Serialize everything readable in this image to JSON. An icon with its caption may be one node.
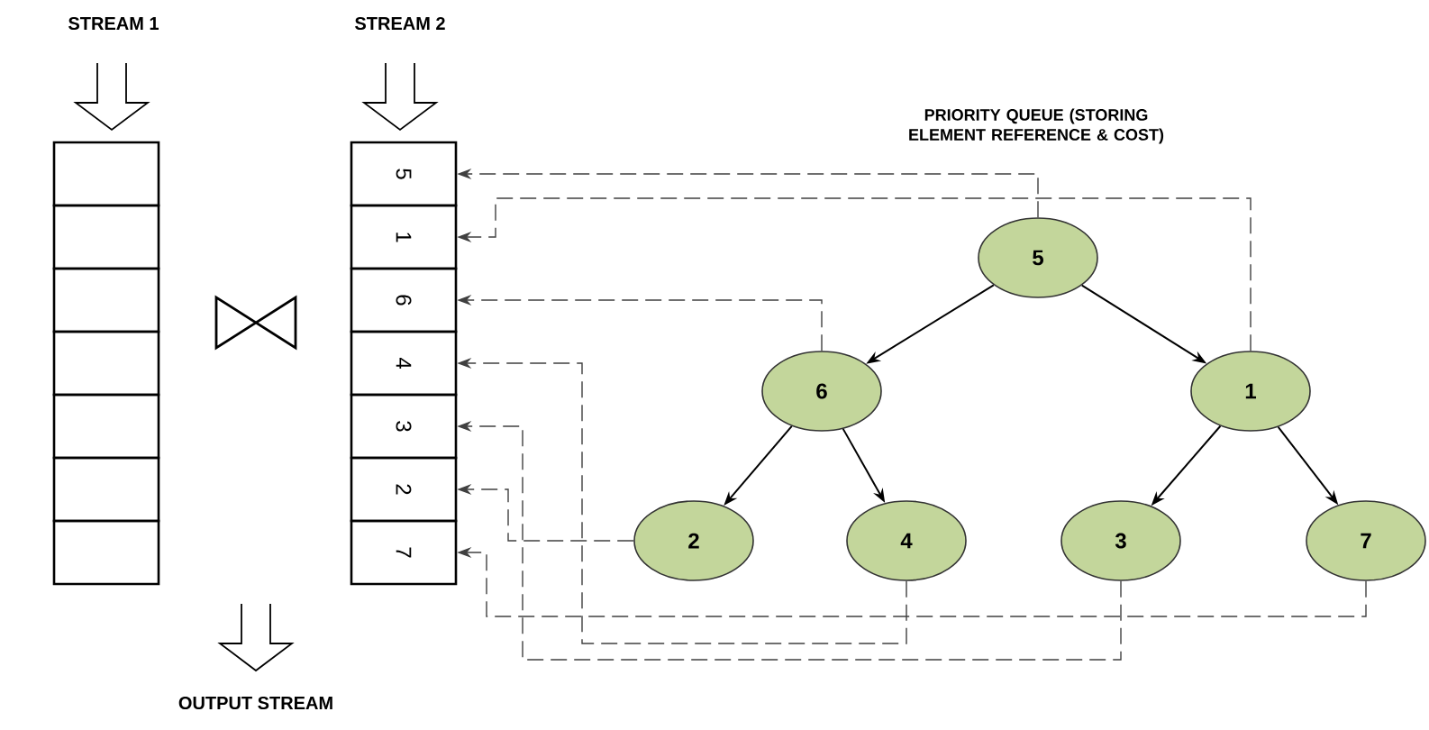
{
  "diagram": {
    "nodes": [
      {
        "text": [],
        "shape": "box"
      },
      {
        "text": [],
        "shape": "box"
      },
      {
        "text": [],
        "shape": "box"
      },
      {
        "text": [],
        "shape": "box"
      },
      {
        "text": [],
        "shape": "box"
      },
      {
        "text": [],
        "shape": "box"
      },
      {
        "text": [],
        "shape": "box"
      },
      {
        "text": [
          "5"
        ]
      },
      {
        "text": [
          "1"
        ]
      },
      {
        "text": [
          "6"
        ]
      },
      {
        "text": [
          "4"
        ]
      },
      {
        "text": [
          "3"
        ]
      },
      {
        "text": [
          "2"
        ]
      },
      {
        "text": [
          "7"
        ]
      },
      {
        "text": [
          "5"
        ]
      },
      {
        "text": [
          "6"
        ]
      },
      {
        "text": [
          "1"
        ]
      },
      {
        "text": [
          "2"
        ]
      },
      {
        "text": [
          "4"
        ]
      },
      {
        "text": [
          "3"
        ]
      },
      {
        "text": [
          "7"
        ]
      }
    ],
    "edges": [
      {
        "from": 14,
        "to": 15,
        "arrow": "to"
      },
      {
        "from": 14,
        "to": 16,
        "arrow": "to"
      },
      {
        "from": 15,
        "to": 17,
        "arrow": "to"
      },
      {
        "from": 15,
        "to": 18,
        "arrow": "to"
      },
      {
        "from": 16,
        "to": 19,
        "arrow": "to"
      },
      {
        "from": 16,
        "to": 20,
        "arrow": "to"
      },
      {
        "from": 14,
        "to": 7,
        "arrow": "to",
        "style": "dashed"
      },
      {
        "from": 16,
        "to": 8,
        "arrow": "to",
        "style": "dashed"
      },
      {
        "from": 15,
        "to": 9,
        "arrow": "to",
        "style": "dashed"
      },
      {
        "from": 18,
        "to": 10,
        "arrow": "to",
        "style": "dashed"
      },
      {
        "from": 19,
        "to": 11,
        "arrow": "to",
        "style": "dashed"
      },
      {
        "from": 17,
        "to": 12,
        "arrow": "to",
        "style": "dashed"
      },
      {
        "from": 20,
        "to": 13,
        "arrow": "to",
        "style": "dashed"
      }
    ],
    "labels": [
      "STREAM 1",
      "STREAM 2",
      "PRIORITY QUEUE (STORING ELEMENT REFERENCE & COST)",
      "OUTPUT STREAM"
    ]
  }
}
